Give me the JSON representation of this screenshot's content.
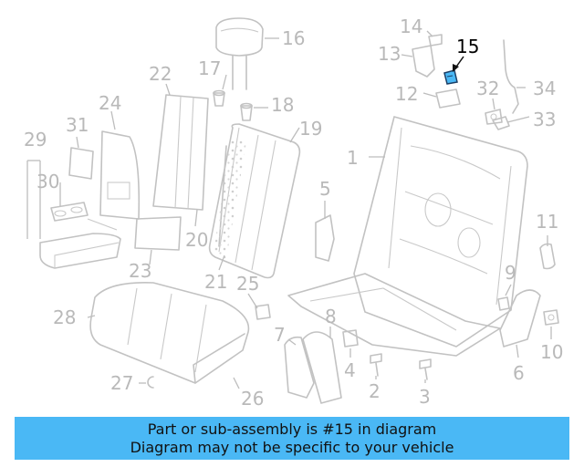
{
  "diagram": {
    "highlighted_part": "15",
    "highlight_color": "#4ab8f5",
    "callouts": [
      {
        "id": "1",
        "label": "1"
      },
      {
        "id": "2",
        "label": "2"
      },
      {
        "id": "3",
        "label": "3"
      },
      {
        "id": "4",
        "label": "4"
      },
      {
        "id": "5",
        "label": "5"
      },
      {
        "id": "6",
        "label": "6"
      },
      {
        "id": "7",
        "label": "7"
      },
      {
        "id": "8",
        "label": "8"
      },
      {
        "id": "9",
        "label": "9"
      },
      {
        "id": "10",
        "label": "10"
      },
      {
        "id": "11",
        "label": "11"
      },
      {
        "id": "12",
        "label": "12"
      },
      {
        "id": "13",
        "label": "13"
      },
      {
        "id": "14",
        "label": "14"
      },
      {
        "id": "15",
        "label": "15"
      },
      {
        "id": "16",
        "label": "16"
      },
      {
        "id": "17",
        "label": "17"
      },
      {
        "id": "18",
        "label": "18"
      },
      {
        "id": "19",
        "label": "19"
      },
      {
        "id": "20",
        "label": "20"
      },
      {
        "id": "21",
        "label": "21"
      },
      {
        "id": "22",
        "label": "22"
      },
      {
        "id": "23",
        "label": "23"
      },
      {
        "id": "24",
        "label": "24"
      },
      {
        "id": "25",
        "label": "25"
      },
      {
        "id": "26",
        "label": "26"
      },
      {
        "id": "27",
        "label": "27"
      },
      {
        "id": "28",
        "label": "28"
      },
      {
        "id": "29",
        "label": "29"
      },
      {
        "id": "30",
        "label": "30"
      },
      {
        "id": "31",
        "label": "31"
      },
      {
        "id": "32",
        "label": "32"
      },
      {
        "id": "33",
        "label": "33"
      },
      {
        "id": "34",
        "label": "34"
      }
    ]
  },
  "banner": {
    "line1": "Part or sub-assembly is #15 in diagram",
    "line2": "Diagram may not be specific to your vehicle",
    "background": "#4ab8f5"
  }
}
